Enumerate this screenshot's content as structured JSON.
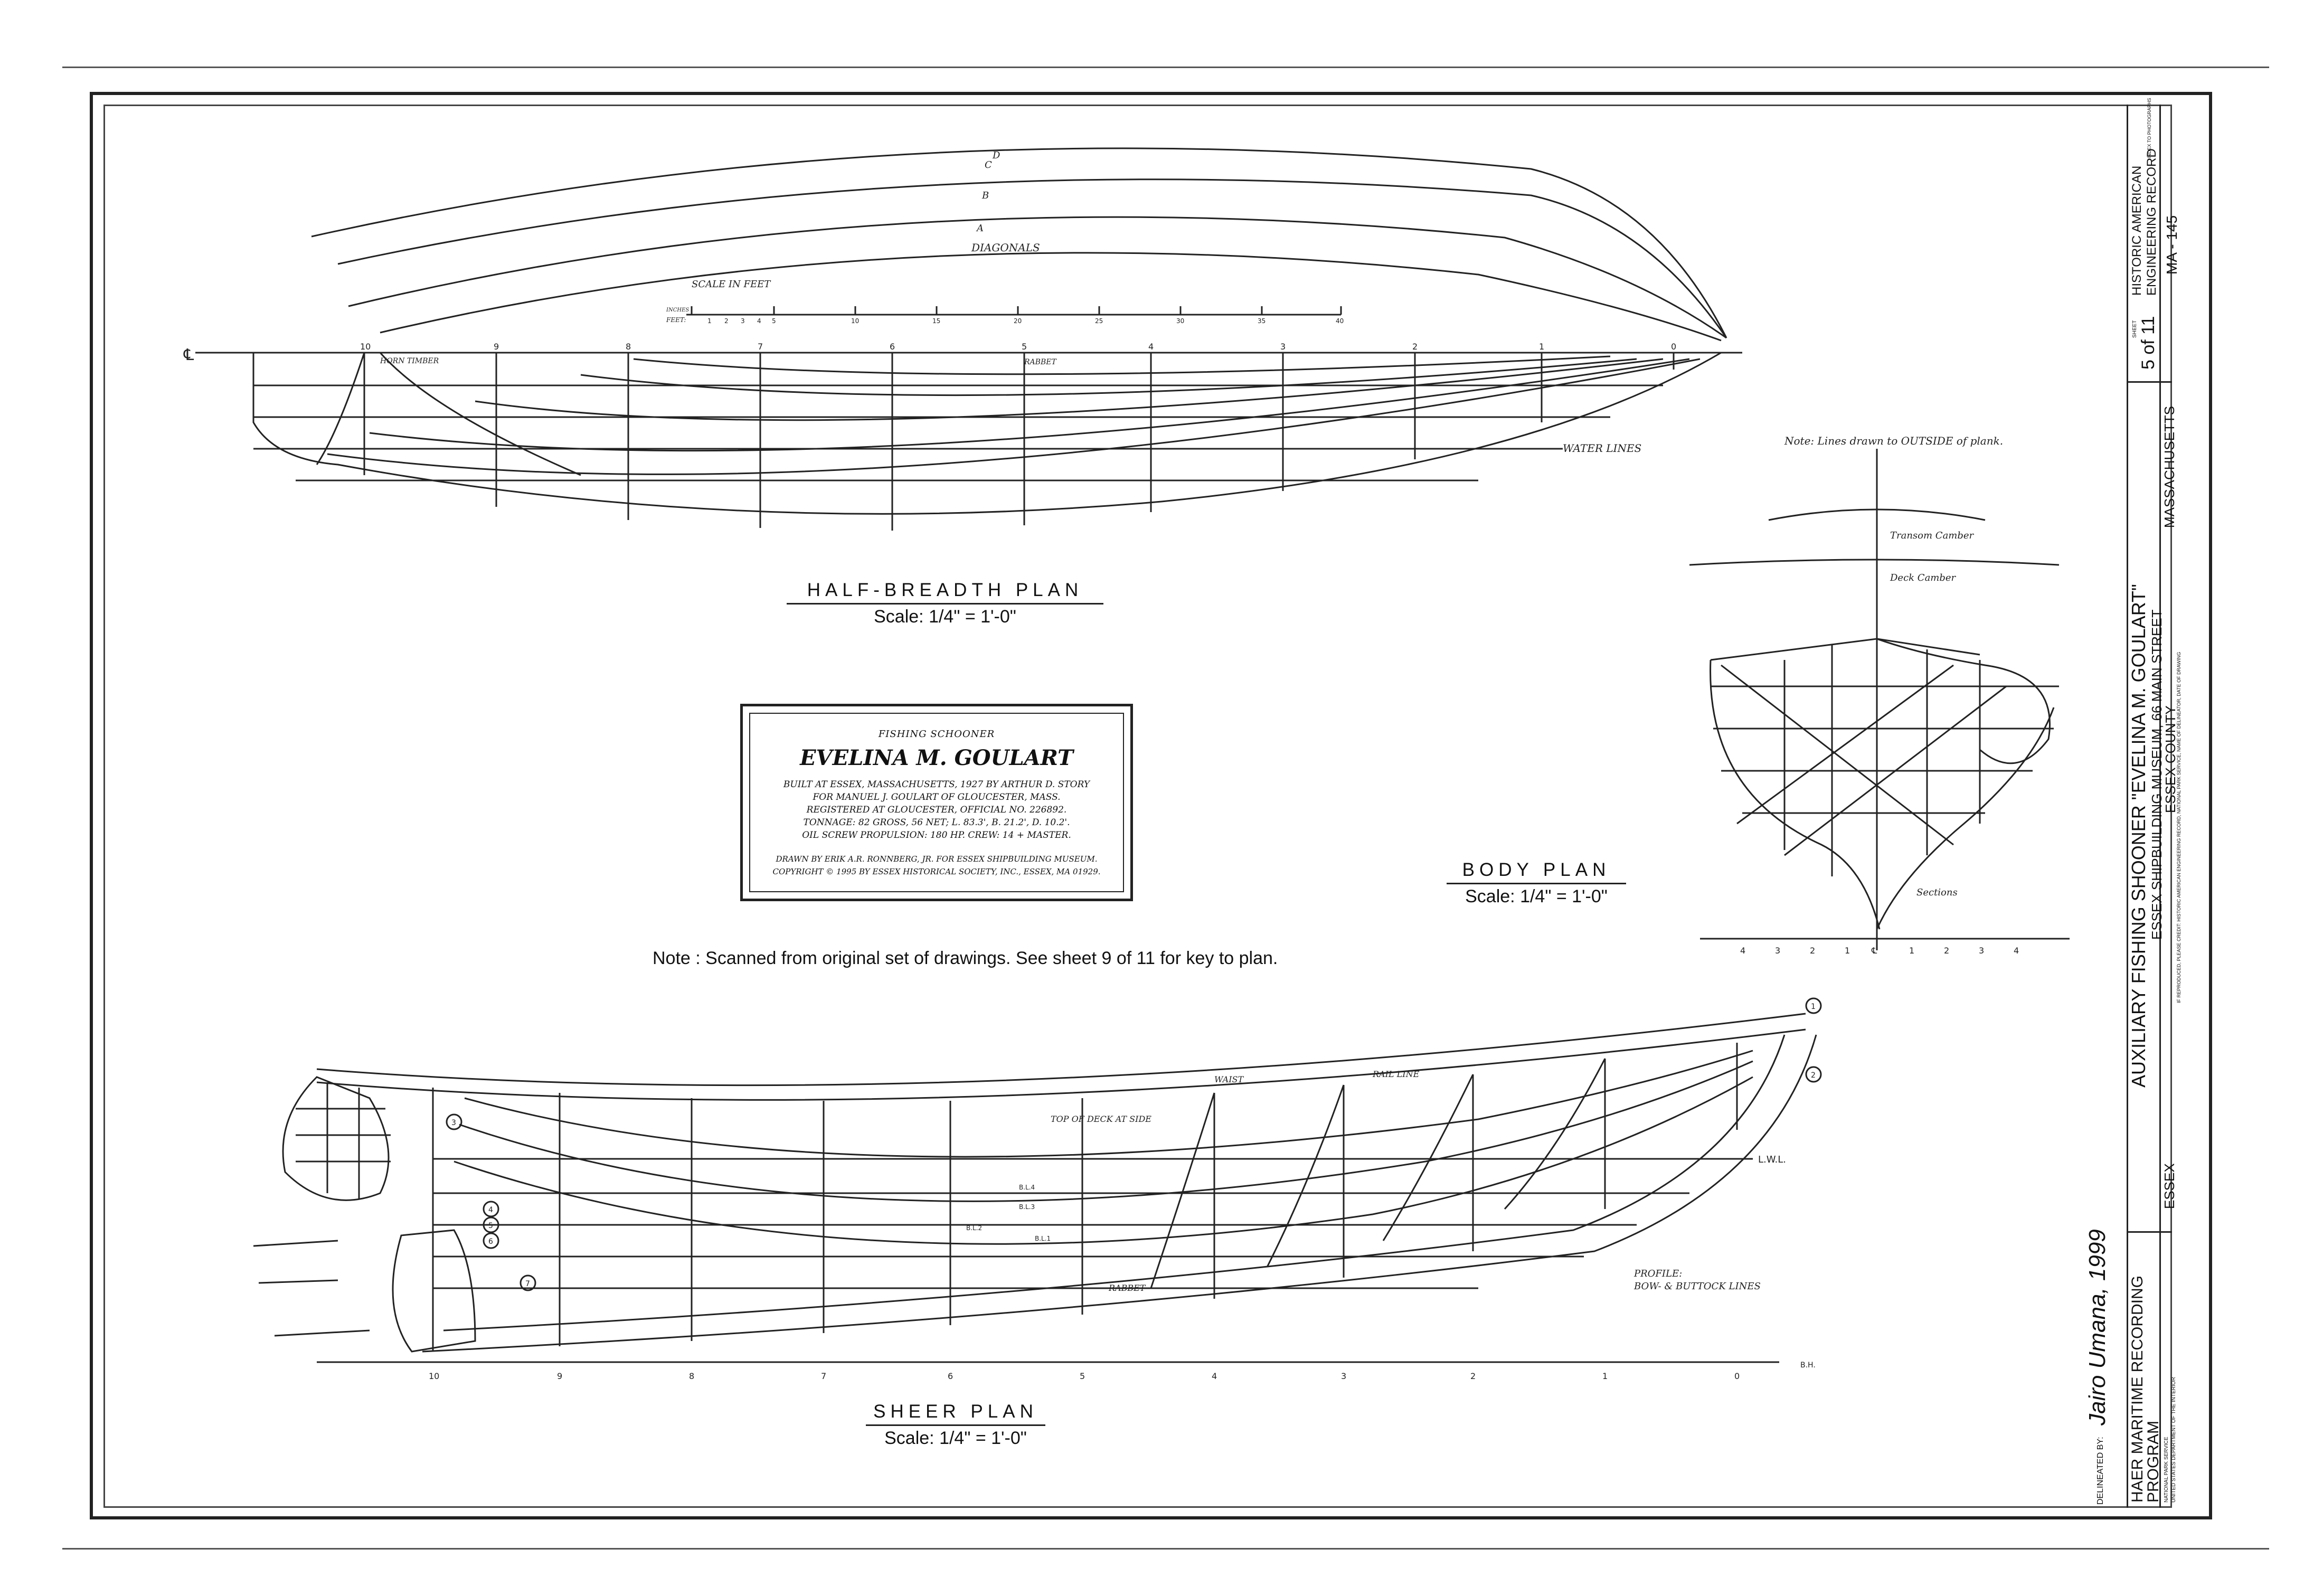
{
  "half_breadth": {
    "title": "HALF-BREADTH PLAN",
    "scale": "Scale: 1/4\" = 1'-0\"",
    "diagonals_label": "DIAGONALS",
    "diagonal_letters": [
      "D",
      "C",
      "B",
      "A"
    ],
    "water_lines_label": "WATER LINES",
    "horn_timber_label": "HORN TIMBER",
    "rabbet_label": "RABBET",
    "scale_bar_label": "SCALE IN FEET",
    "scale_bar_ticks": [
      "1",
      "2",
      "3",
      "4",
      "5",
      "10",
      "15",
      "20",
      "25",
      "30",
      "35",
      "40"
    ],
    "scale_bar_inches": "INCHES",
    "scale_bar_feet": "FEET:",
    "station_numbers": [
      "10",
      "9",
      "8",
      "7",
      "6",
      "5",
      "4",
      "3",
      "2",
      "1",
      "0"
    ],
    "centerline_mark": "℄"
  },
  "body_plan": {
    "title": "BODY PLAN",
    "scale": "Scale: 1/4\" = 1'-0\"",
    "note": "Note: Lines drawn to OUTSIDE of plank.",
    "transom_camber": "Transom Camber",
    "deck_camber": "Deck Camber",
    "sections_label": "Sections",
    "bottom_ticks": [
      "4",
      "3",
      "2",
      "1",
      "℄",
      "1",
      "2",
      "3",
      "4"
    ]
  },
  "sheer_plan": {
    "title": "SHEER PLAN",
    "scale": "Scale: 1/4\" = 1'-0\"",
    "waist_label": "WAIST",
    "rail_line_label": "RAIL LINE",
    "top_of_deck_label": "TOP OF DECK AT SIDE",
    "lwl_label": "L.W.L.",
    "rabbet_label": "RABBET",
    "profile_label": "PROFILE:",
    "profile_sub": "BOW- & BUTTOCK LINES",
    "bl_labels": [
      "B.L.4",
      "B.L.3",
      "B.L.2",
      "B.L.1"
    ],
    "station_numbers": [
      "10",
      "9",
      "8",
      "7",
      "6",
      "5",
      "4",
      "3",
      "2",
      "1",
      "0"
    ],
    "bh_label": "B.H.",
    "circled_numbers": [
      "1",
      "2",
      "3",
      "4",
      "5",
      "6",
      "7"
    ]
  },
  "cartouche": {
    "line1": "FISHING SCHOONER",
    "name": "EVELINA M. GOULART",
    "line2": "BUILT AT ESSEX, MASSACHUSETTS, 1927 BY ARTHUR D. STORY",
    "line3": "FOR MANUEL J. GOULART OF GLOUCESTER, MASS.",
    "line4": "REGISTERED AT GLOUCESTER, OFFICIAL NO. 226892.",
    "line5": "TONNAGE: 82 GROSS, 56 NET; L. 83.3', B. 21.2', D. 10.2'.",
    "line6": "OIL SCREW PROPULSION: 180 HP. CREW: 14 + MASTER.",
    "line7": "DRAWN BY ERIK A.R. RONNBERG, JR. FOR ESSEX SHIPBUILDING MUSEUM.",
    "line8": "COPYRIGHT © 1995 BY ESSEX HISTORICAL SOCIETY, INC., ESSEX, MA 01929."
  },
  "note": "Note : Scanned from original set of drawings. See sheet 9 of 11 for key to plan.",
  "title_block": {
    "delineated_by_label": "DELINEATED BY:",
    "delineator": "Jairo Umana, 1999",
    "program": "HAER MARITIME RECORDING PROGRAM",
    "agency_line1": "NATIONAL PARK SERVICE",
    "agency_line2": "UNITED STATES DEPARTMENT OF THE INTERIOR",
    "main_title": "AUXILIARY FISHING SHOONER \"EVELINA M. GOULART\"",
    "address": "ESSEX SHIPBUILDING MUSEUM, 66 MAIN STREET",
    "county": "ESSEX COUNTY",
    "town": "ESSEX",
    "state": "MASSACHUSETTS",
    "sheet_label": "SHEET",
    "sheet_number": "5 of 11",
    "record_line1": "HISTORIC AMERICAN",
    "record_line2": "ENGINEERING RECORD",
    "record_number": "MA - 145",
    "fine_print": "IF REPRODUCED, PLEASE CREDIT: HISTORIC AMERICAN ENGINEERING RECORD, NATIONAL PARK SERVICE, NAME OF DELINEATOR, DATE OF DRAWING",
    "index_label": "INDEX TO PHOTOGRAPHS"
  }
}
